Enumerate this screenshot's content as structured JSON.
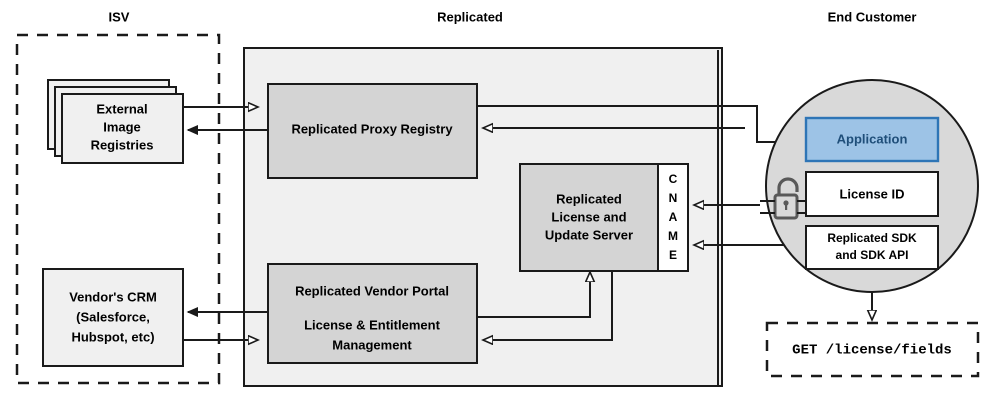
{
  "diagram": {
    "title_zones": [
      {
        "id": "isv",
        "label": "ISV"
      },
      {
        "id": "replicated",
        "label": "Replicated"
      },
      {
        "id": "end-customer",
        "label": "End Customer"
      }
    ],
    "colors": {
      "outline": "#1a1a1a",
      "container_fill": "#f0f0f0",
      "node_fill": "#d4d4d4",
      "light_node_fill": "#f0f0f0",
      "circle_fill": "#d9d9d9",
      "app_fill": "#9dc3e6",
      "app_stroke": "#2e75b6",
      "app_text": "#1f4e79",
      "white_fill": "#ffffff",
      "lock_stroke": "#595959"
    },
    "isv": {
      "external_image_registries": {
        "lines": [
          "External",
          "Image",
          "Registries"
        ]
      },
      "vendor_crm": {
        "lines": [
          "Vendor's CRM",
          "(Salesforce,",
          "Hubspot, etc)"
        ]
      }
    },
    "replicated": {
      "proxy_registry": {
        "lines": [
          "Replicated Proxy Registry"
        ]
      },
      "license_update_server": {
        "lines": [
          "Replicated",
          "License and",
          "Update Server"
        ]
      },
      "cname": {
        "letters": [
          "C",
          "N",
          "A",
          "M",
          "E"
        ],
        "label": "CNAME"
      },
      "vendor_portal": {
        "lines": [
          "Replicated Vendor Portal",
          "",
          "License & Entitlement",
          "Management"
        ],
        "line1": "Replicated Vendor Portal",
        "line2": "License & Entitlement",
        "line3": "Management"
      }
    },
    "end_customer": {
      "application": {
        "label": "Application"
      },
      "license_id": {
        "label": "License ID"
      },
      "sdk": {
        "lines": [
          "Replicated SDK",
          "and SDK API"
        ],
        "line1": "Replicated SDK",
        "line2": "and SDK API"
      },
      "lock_icon": "open-padlock-icon",
      "api_request": {
        "label": "GET /license/fields"
      }
    }
  }
}
